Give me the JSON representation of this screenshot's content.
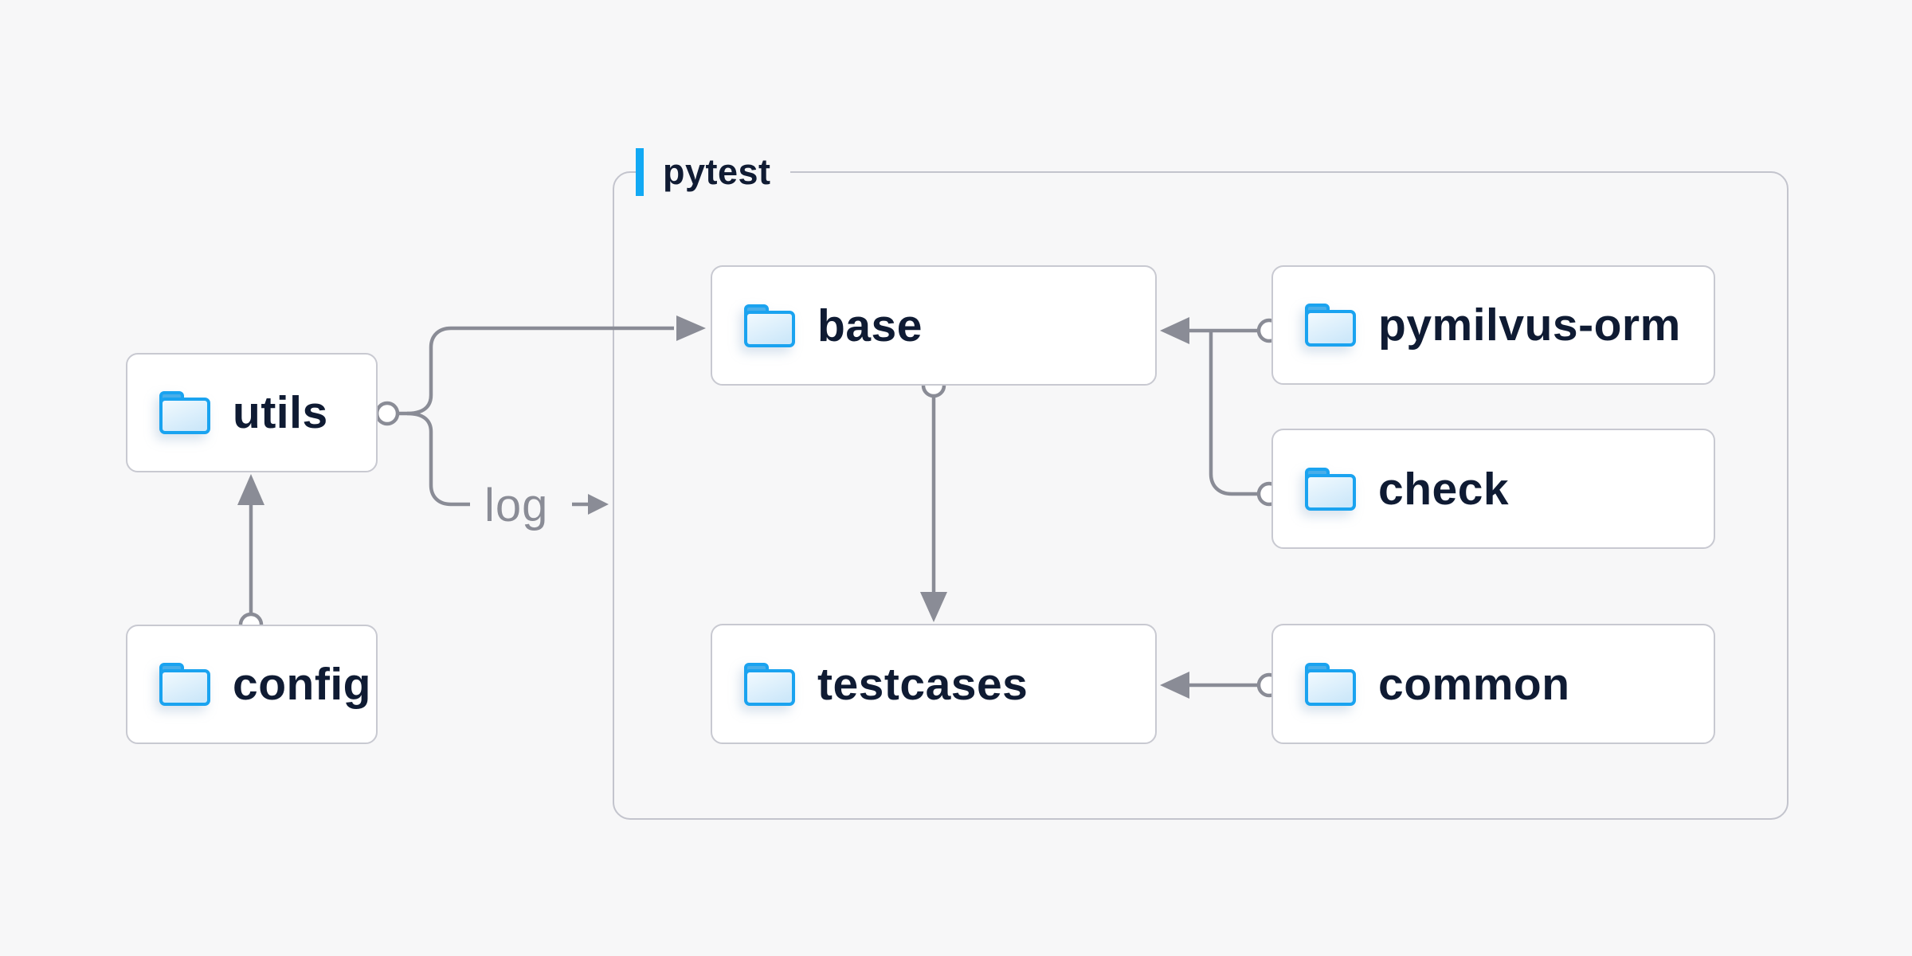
{
  "diagram": {
    "group": {
      "label": "pytest",
      "accent_color": "#12a9f4"
    },
    "nodes": [
      {
        "id": "utils",
        "label": "utils",
        "inside_group": false
      },
      {
        "id": "config",
        "label": "config",
        "inside_group": false
      },
      {
        "id": "base",
        "label": "base",
        "inside_group": true
      },
      {
        "id": "pymilvus-orm",
        "label": "pymilvus-orm",
        "inside_group": true
      },
      {
        "id": "check",
        "label": "check",
        "inside_group": true
      },
      {
        "id": "testcases",
        "label": "testcases",
        "inside_group": true
      },
      {
        "id": "common",
        "label": "common",
        "inside_group": true
      }
    ],
    "log_label": "log",
    "edges": [
      {
        "from": "config",
        "to": "utils",
        "style": "circle-to-arrow"
      },
      {
        "from": "utils",
        "to": "base",
        "style": "circle-to-arrow"
      },
      {
        "from": "utils",
        "to": "pytest",
        "style": "circle-to-arrow",
        "label": "log"
      },
      {
        "from": "pymilvus-orm",
        "to": "base",
        "style": "circle-to-arrow"
      },
      {
        "from": "check",
        "to": "base",
        "style": "circle-join"
      },
      {
        "from": "base",
        "to": "testcases",
        "style": "circle-to-arrow"
      },
      {
        "from": "common",
        "to": "testcases",
        "style": "circle-to-arrow"
      }
    ],
    "colors": {
      "background": "#f7f7f8",
      "node_fill": "#ffffff",
      "node_border": "#c8c9d1",
      "group_border": "#c3c4cd",
      "node_text": "#0f1b33",
      "connector": "#8a8c96",
      "log_text": "#8a8c96",
      "folder_stroke": "#1aa3f0",
      "folder_tab": "#49aee9",
      "folder_body": "#d9edfb",
      "accent_bar": "#12a9f4"
    }
  }
}
